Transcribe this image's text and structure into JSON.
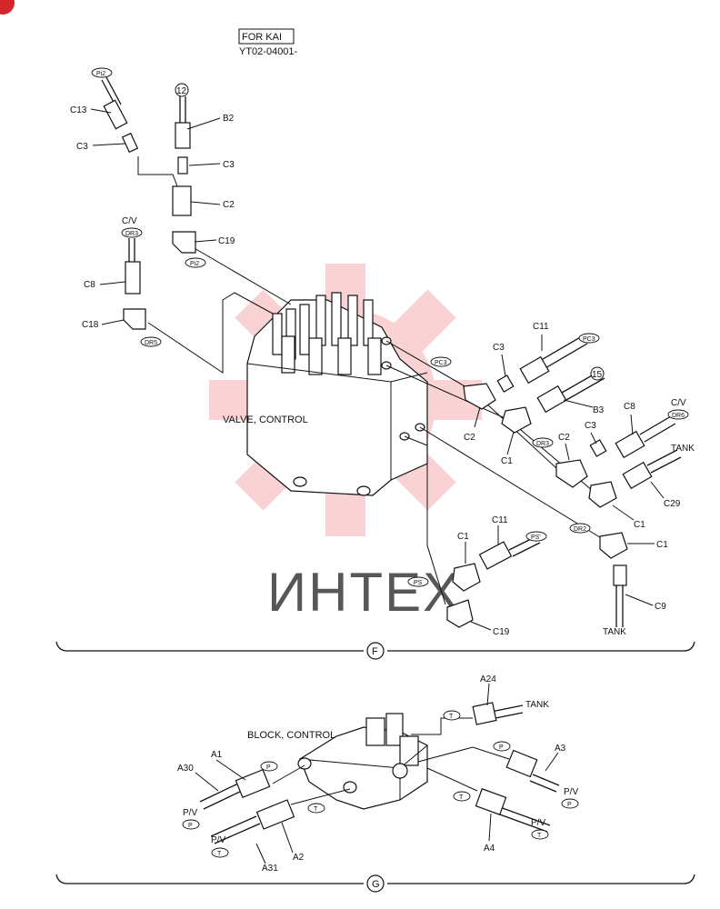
{
  "header": {
    "variant_box": "FOR KAI",
    "serial_range": "YT02-04001-"
  },
  "watermark": {
    "text": "ИНТЕХ",
    "color": "#e8383d"
  },
  "accent": {
    "corner_badge_color": "#d7262b"
  },
  "section_f": {
    "marker": "F",
    "main_component": "VALVE, CONTROL",
    "labels": {
      "c13": "C13",
      "c3a": "C3",
      "b2": "B2",
      "c3b": "C3",
      "c2a": "C2",
      "c19a": "C19",
      "cv1": "C/V",
      "c8a": "C8",
      "c18": "C18",
      "c11a": "C11",
      "c3c": "C3",
      "b3": "B3",
      "c2b": "C2",
      "c1a": "C1",
      "cv2": "C/V",
      "c8b": "C8",
      "c3d": "C3",
      "c2c": "C2",
      "tank1": "TANK",
      "c29": "C29",
      "c1b": "C1",
      "c1c": "C1",
      "c1d": "C1",
      "c11b": "C11",
      "c9": "C9",
      "tank2": "TANK",
      "c19b": "C19"
    },
    "circled": {
      "n12": "12",
      "n15": "15"
    },
    "ports": {
      "pi2a": "Pi2",
      "dr3a": "DR3",
      "pi2b": "Pi2",
      "dr5": "DR5",
      "pc3a": "PC3",
      "pc3b": "PC3",
      "dr3b": "DR3",
      "dr6": "DR6",
      "dr2": "DR2",
      "ps1": "PS'",
      "ps2": "PS"
    }
  },
  "section_g": {
    "marker": "G",
    "main_component": "BLOCK, CONTROL",
    "labels": {
      "a24": "A24",
      "tank": "TANK",
      "a1": "A1",
      "a30": "A30",
      "a3": "A3",
      "pv1": "P/V",
      "pv2": "P/V",
      "pv3": "P/V",
      "pv4": "P/V",
      "a2": "A2",
      "a31": "A31",
      "a4": "A4"
    },
    "ports": {
      "t1": "T",
      "p1": "P",
      "p2": "P",
      "t2": "T",
      "t3": "T",
      "p3": "P",
      "p4": "P",
      "t4": "T",
      "t5": "T"
    }
  }
}
